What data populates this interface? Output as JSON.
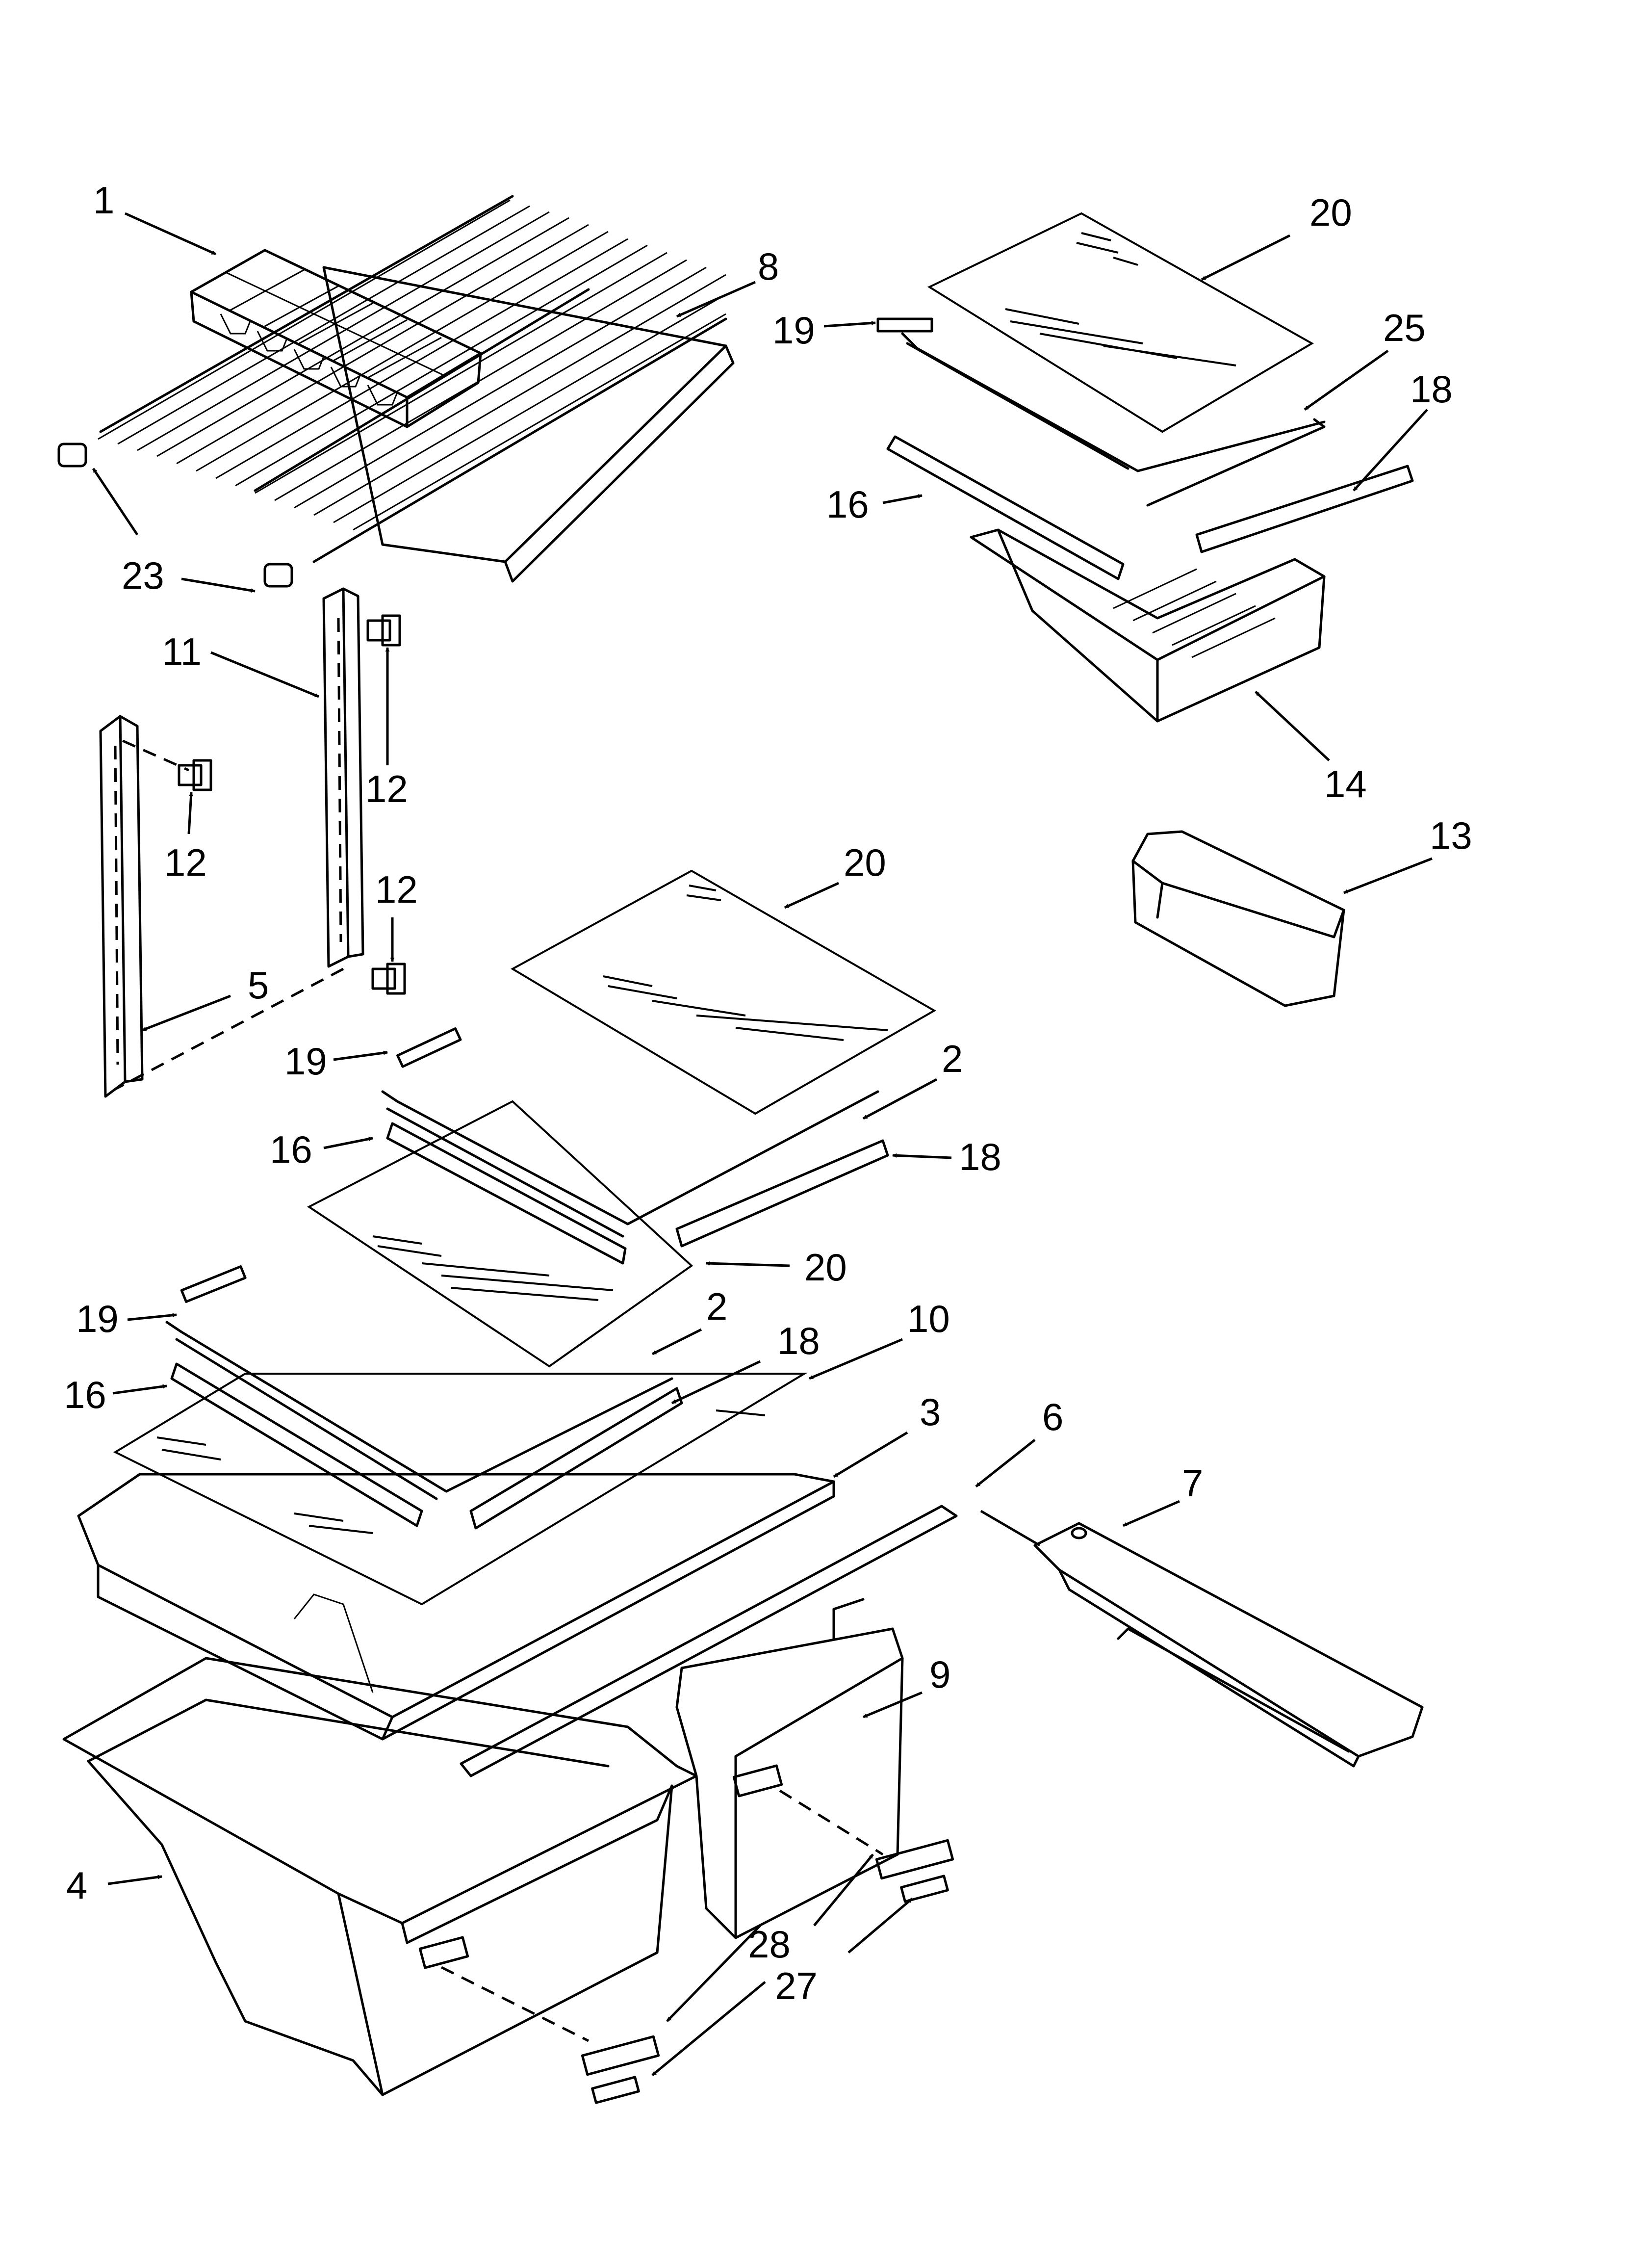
{
  "diagram": {
    "callouts": {
      "p1": "1",
      "p8": "8",
      "p23": "23",
      "p11": "11",
      "p12a": "12",
      "p12b": "12",
      "p12c": "12",
      "p5": "5",
      "p20a": "20",
      "p19a": "19",
      "p25": "25",
      "p18a": "18",
      "p16a": "16",
      "p14": "14",
      "p13": "13",
      "p20b": "20",
      "p19b": "19",
      "p2a": "2",
      "p16b": "16",
      "p18b": "18",
      "p20c": "20",
      "p19c": "19",
      "p2b": "2",
      "p18c": "18",
      "p10": "10",
      "p16c": "16",
      "p3": "3",
      "p6": "6",
      "p7": "7",
      "p9": "9",
      "p4": "4",
      "p28": "28",
      "p27": "27"
    }
  }
}
